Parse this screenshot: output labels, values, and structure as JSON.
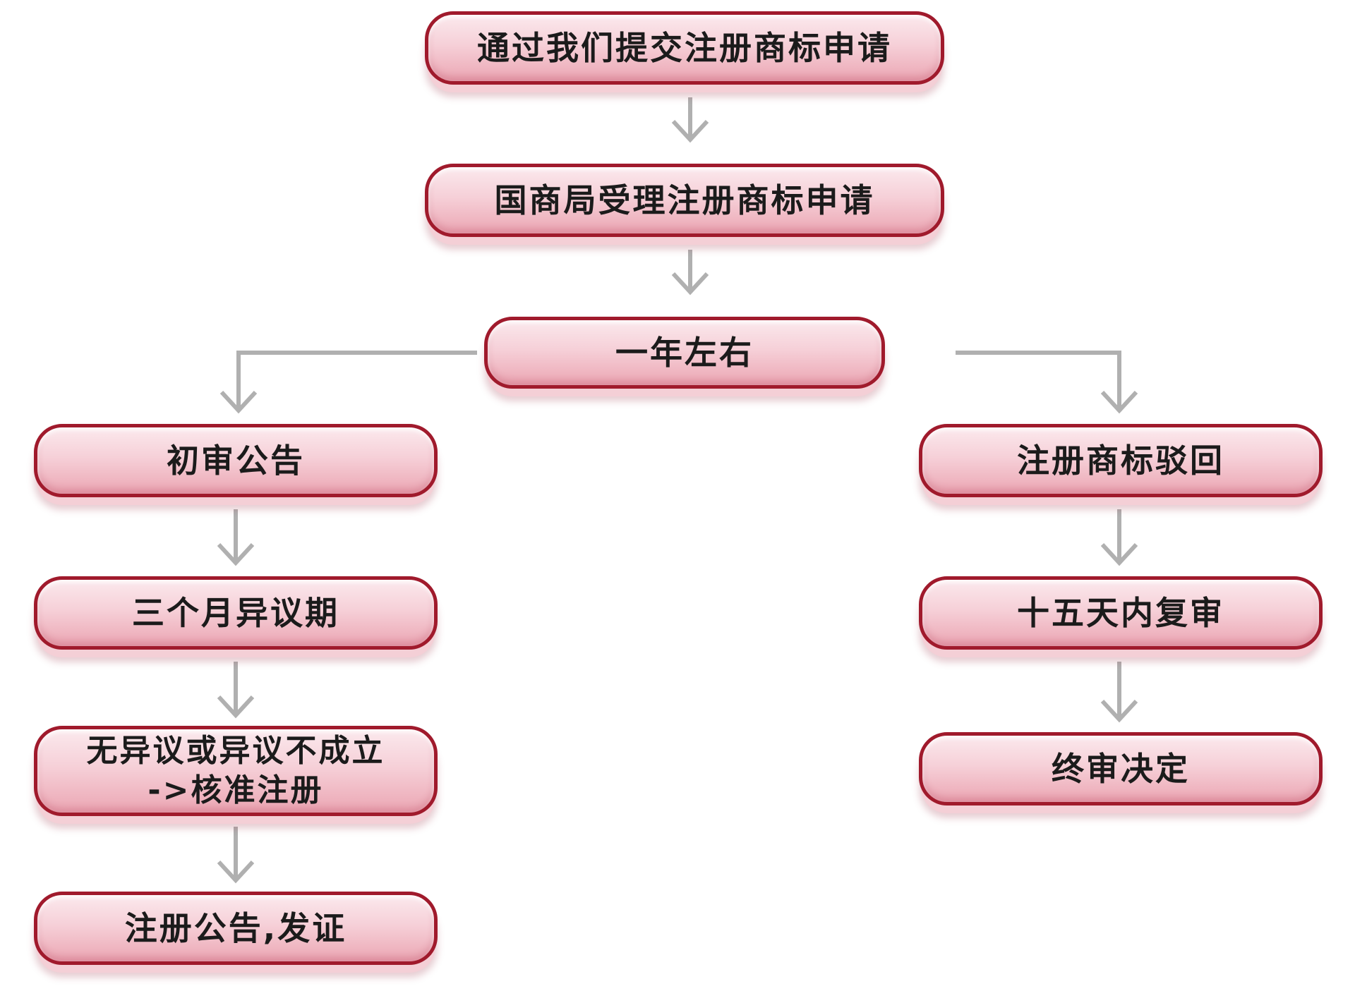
{
  "nodes": {
    "submit_application": "通过我们提交注册商标申请",
    "bureau_accepts": "国商局受理注册商标申请",
    "about_one_year": "一年左右",
    "preliminary_announcement": "初审公告",
    "opposition_period": "三个月异议期",
    "no_opposition_line1": "无异议或异议不成立",
    "no_opposition_line2": "->核准注册",
    "registration_certificate": "注册公告,发证",
    "rejection": "注册商标驳回",
    "review_within_15_days": "十五天内复审",
    "final_decision": "终审决定"
  },
  "colors": {
    "node_border": "#a01a2c",
    "node_fill_top": "#fbe9ed",
    "node_fill_bottom": "#eba6b3",
    "connector": "#b0b0b0",
    "text": "#1b1b1b"
  }
}
